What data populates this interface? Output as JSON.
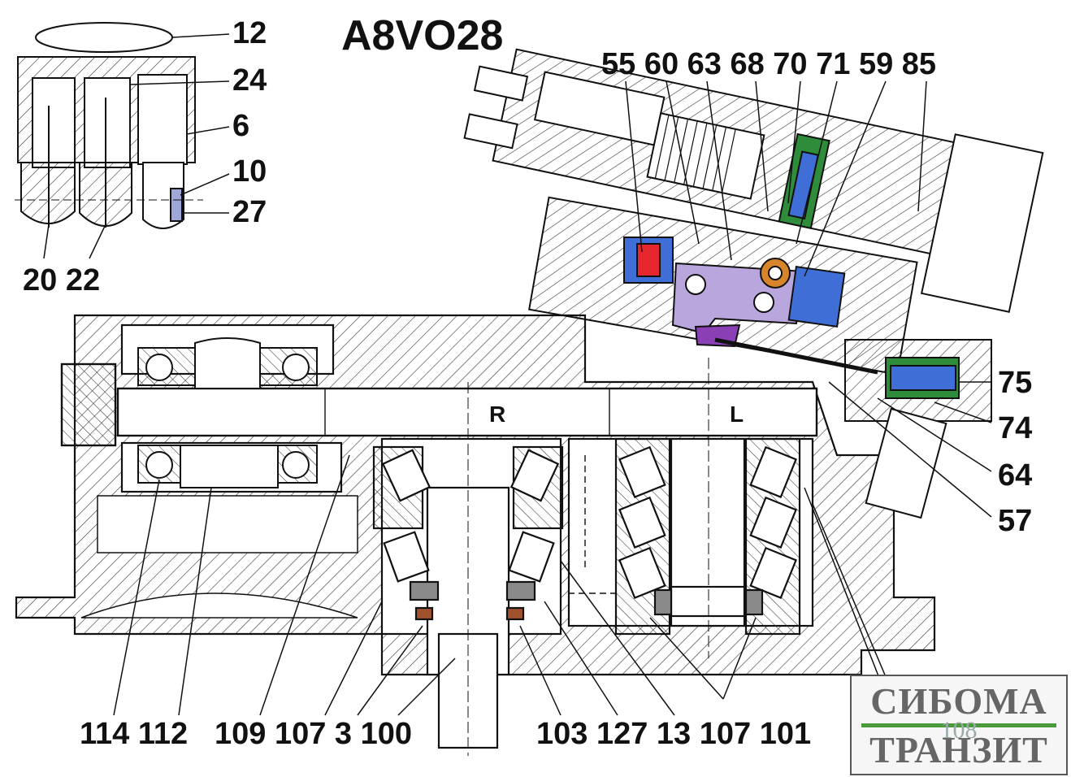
{
  "title": "A8VO28",
  "ports": {
    "right": "R",
    "left": "L"
  },
  "labels": {
    "l12": "12",
    "l24": "24",
    "l6": "6",
    "l10": "10",
    "l27": "27",
    "l20_22": "20 22",
    "top_row": "55 60 63 68 70 71 59 85",
    "l75": "75",
    "l74": "74",
    "l64": "64",
    "l57": "57",
    "bottom_left": "114 112",
    "bottom_mid": "109 107 3 100",
    "bottom_right": "103 127 13 107 101"
  },
  "logo": {
    "line1": "СИБОМА",
    "line2": "ТРАНЗИТ",
    "number": "108"
  },
  "colors": {
    "red_part": "#e8262e",
    "blue_part": "#3f6fd6",
    "green_part": "#2e8c3a",
    "lilac_part": "#b9a6dc",
    "purple_part": "#8b3fb5",
    "orange_part": "#d8842a",
    "brown_part": "#a0522d",
    "logo_green": "#4a9a3c"
  }
}
